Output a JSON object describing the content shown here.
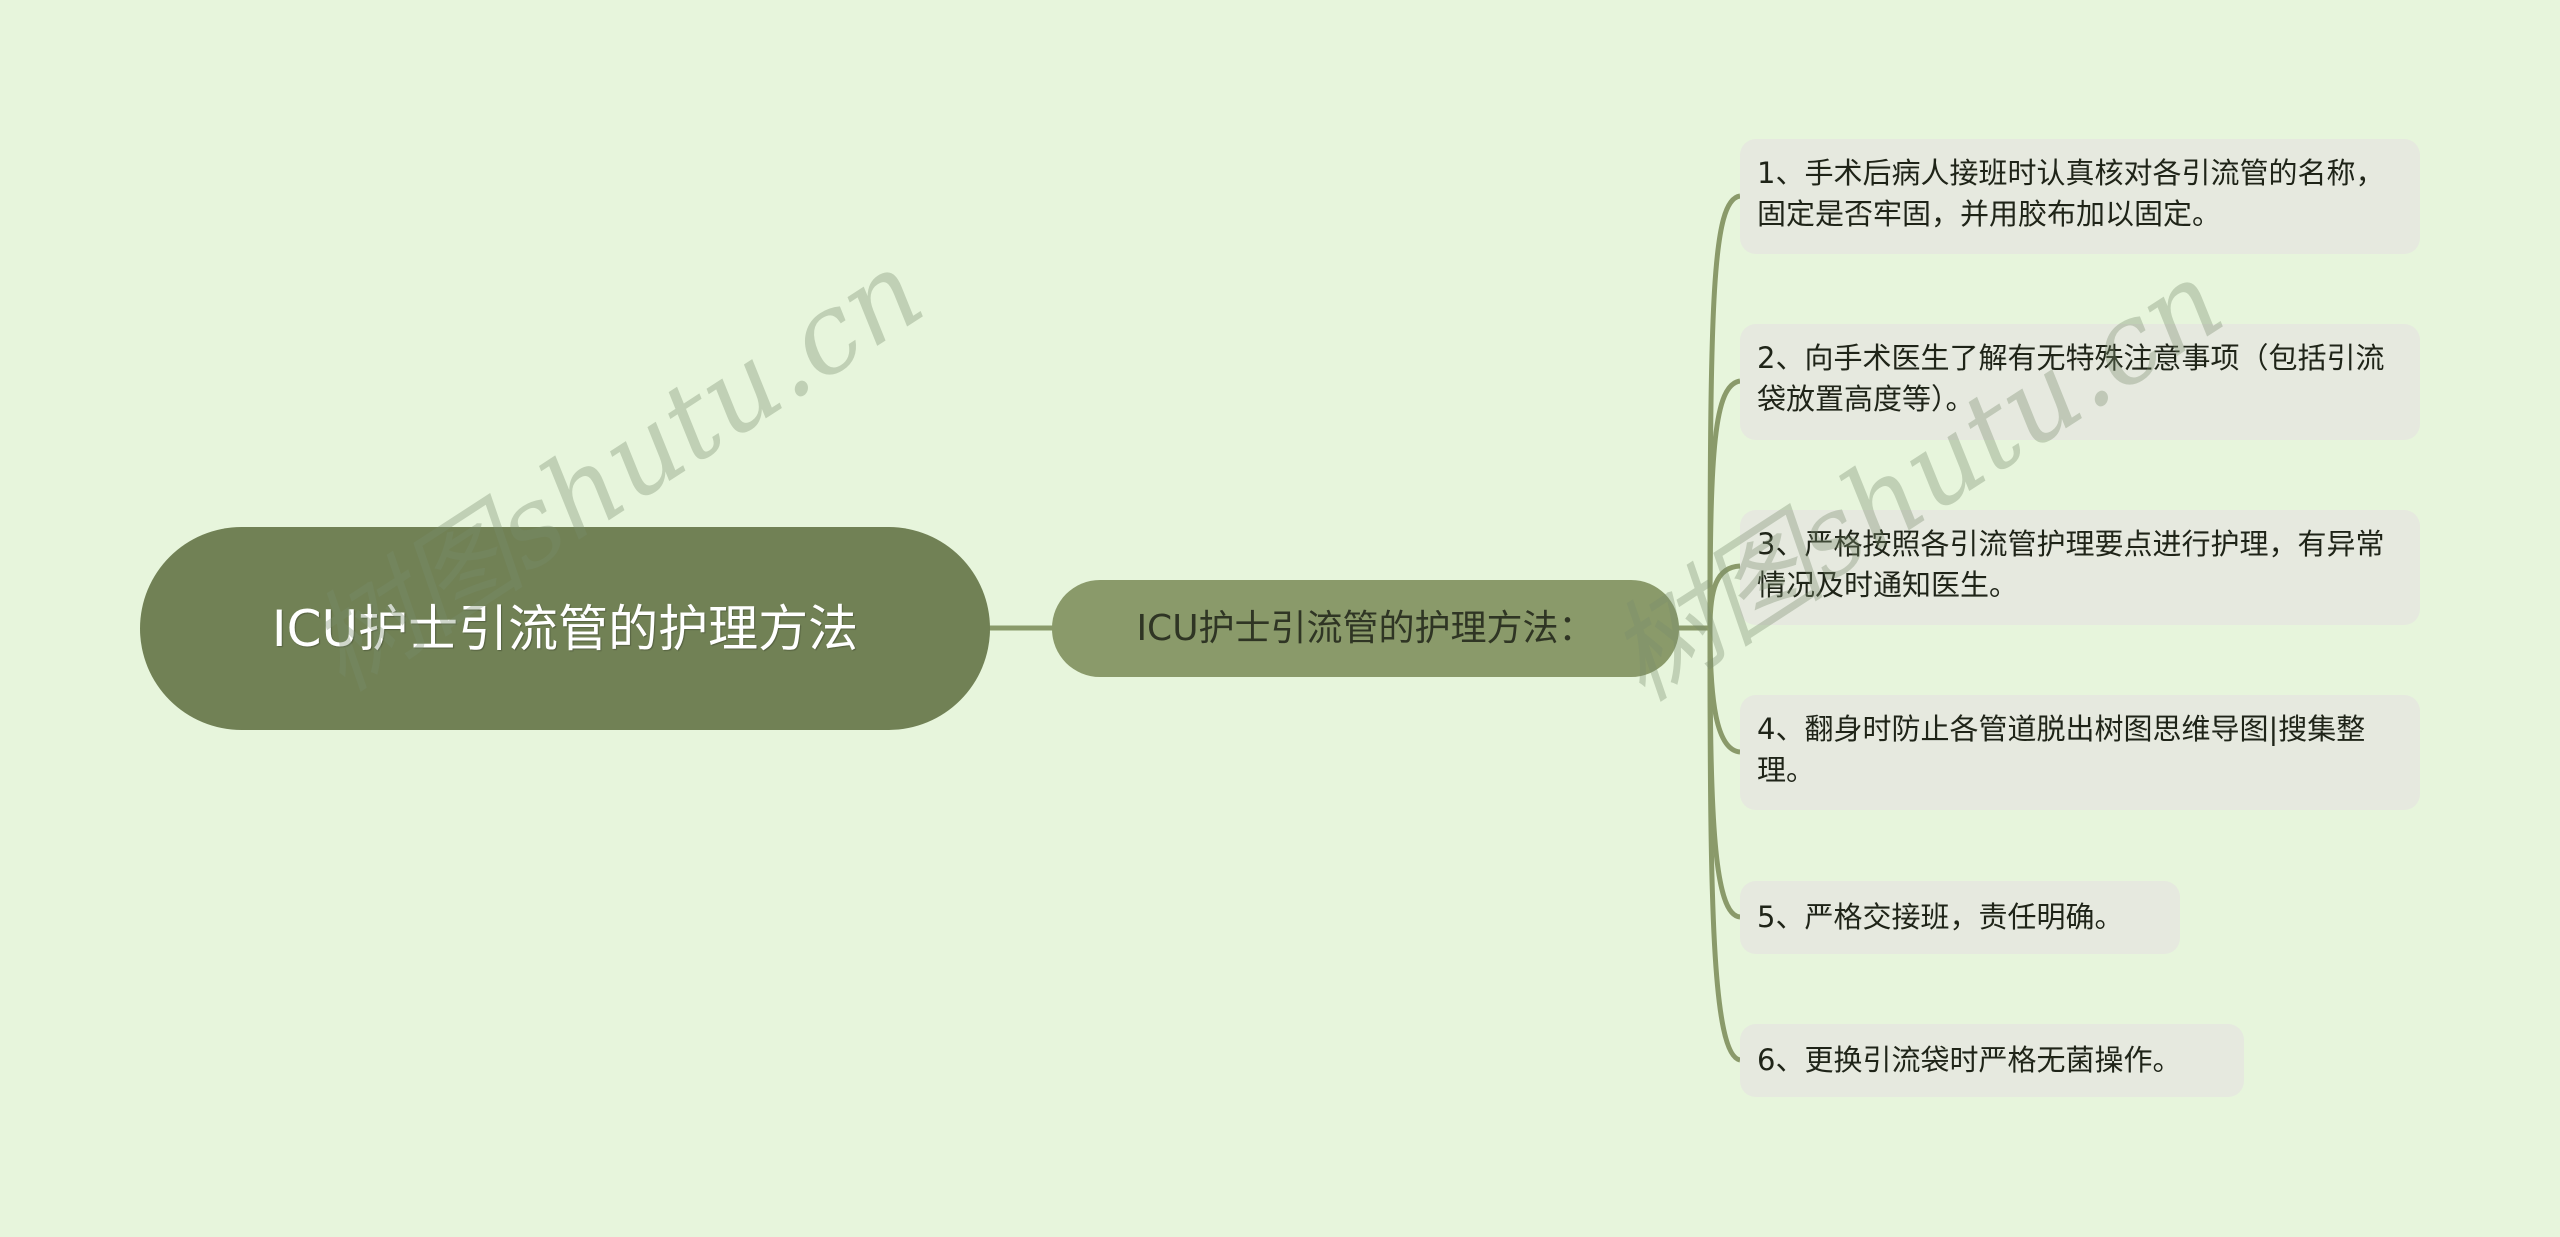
{
  "mindmap": {
    "root": {
      "label": "ICU护士引流管的护理方法"
    },
    "branch": {
      "label": "ICU护士引流管的护理方法："
    },
    "leaves": [
      {
        "label": "1、手术后病人接班时认真核对各引流管的名称，固定是否牢固，并用胶布加以固定。"
      },
      {
        "label": "2、向手术医生了解有无特殊注意事项（包括引流袋放置高度等）。"
      },
      {
        "label": "3、严格按照各引流管护理要点进行护理，有异常情况及时通知医生。"
      },
      {
        "label": "4、翻身时防止各管道脱出树图思维导图|搜集整理。"
      },
      {
        "label": "5、严格交接班，责任明确。"
      },
      {
        "label": "6、更换引流袋时严格无菌操作。"
      }
    ]
  },
  "watermarks": [
    {
      "text": "树图shutu.cn"
    },
    {
      "text": "树图shutu.cn"
    }
  ],
  "colors": {
    "background": "#e7f5dc",
    "root_fill": "#718155",
    "branch_fill": "#8a9a6a",
    "leaf_fill": "#e6e9df",
    "connector": "#8a9a6a"
  }
}
